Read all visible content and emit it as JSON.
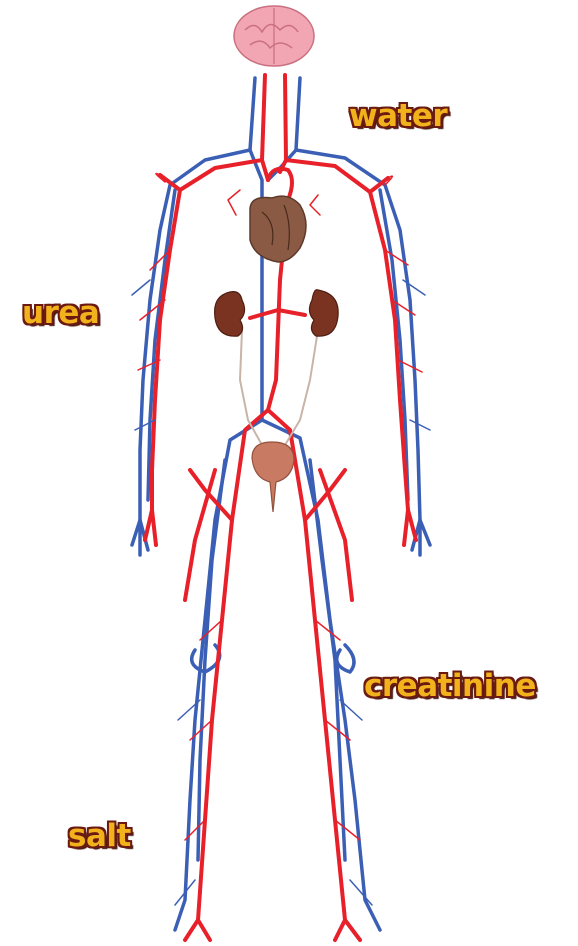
{
  "labels": {
    "water": "water",
    "urea": "urea",
    "creatinine": "creatinine",
    "salt": "salt"
  },
  "colors": {
    "artery": "#e8202a",
    "vein": "#3a5fb5",
    "label_fill": "#f2b21b",
    "label_outline": "#6b1a12",
    "brain": "#f2a6b4",
    "heart": "#8a5a44",
    "kidney": "#7a3320",
    "bladder": "#c97a62"
  },
  "icons": [
    "brain-icon",
    "heart-icon",
    "kidney-icon",
    "bladder-icon"
  ]
}
